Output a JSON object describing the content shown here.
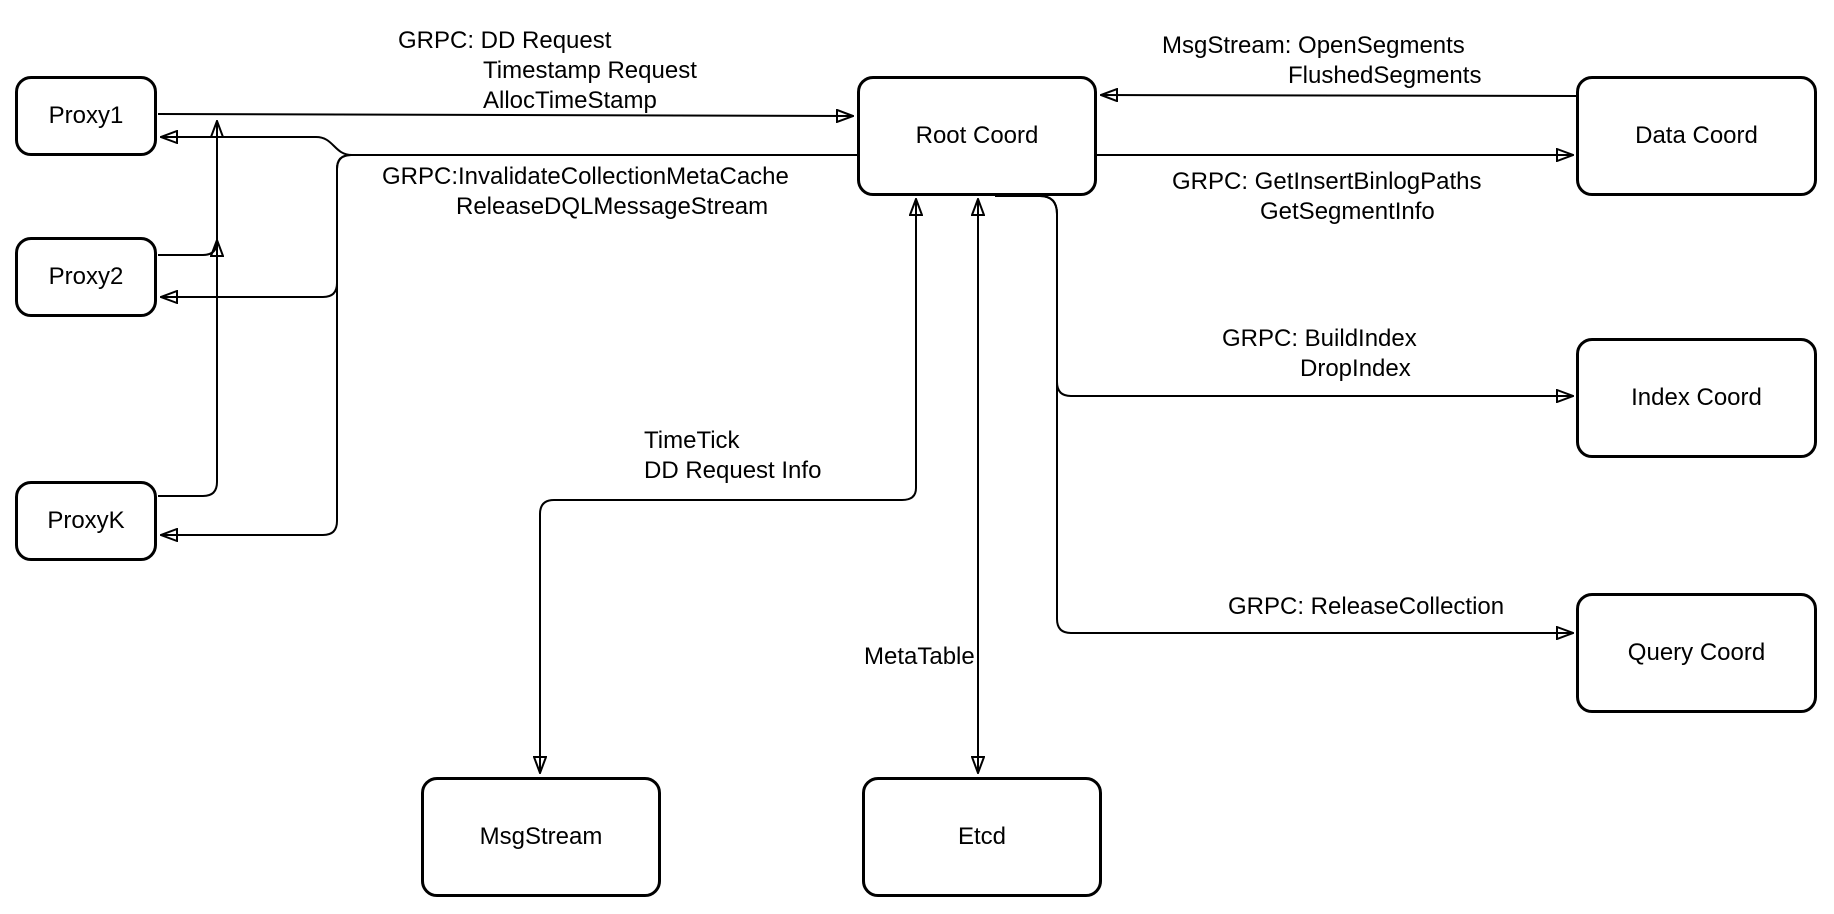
{
  "diagram": {
    "background_color": "#ffffff",
    "line_color": "#000000",
    "nodes": [
      {
        "id": "proxy1",
        "label": "Proxy1"
      },
      {
        "id": "proxy2",
        "label": "Proxy2"
      },
      {
        "id": "proxyk",
        "label": "ProxyK"
      },
      {
        "id": "root-coord",
        "label": "Root Coord"
      },
      {
        "id": "data-coord",
        "label": "Data Coord"
      },
      {
        "id": "index-coord",
        "label": "Index Coord"
      },
      {
        "id": "query-coord",
        "label": "Query Coord"
      },
      {
        "id": "msgstream",
        "label": "MsgStream"
      },
      {
        "id": "etcd",
        "label": "Etcd"
      }
    ],
    "edge_labels": [
      {
        "id": "proxies-to-root",
        "lines": [
          "GRPC: DD Request",
          "Timestamp Request",
          "AllocTimeStamp"
        ]
      },
      {
        "id": "root-to-proxies",
        "lines": [
          "GRPC:InvalidateCollectionMetaCache",
          "ReleaseDQLMessageStream"
        ]
      },
      {
        "id": "data-to-root",
        "lines": [
          "MsgStream: OpenSegments",
          "FlushedSegments"
        ]
      },
      {
        "id": "root-to-data",
        "lines": [
          "GRPC: GetInsertBinlogPaths",
          "GetSegmentInfo"
        ]
      },
      {
        "id": "root-to-index",
        "lines": [
          "GRPC: BuildIndex",
          "DropIndex"
        ]
      },
      {
        "id": "root-to-query",
        "lines": [
          "GRPC: ReleaseCollection"
        ]
      },
      {
        "id": "root-msgstream",
        "lines": [
          "TimeTick",
          "DD Request Info"
        ]
      },
      {
        "id": "root-etcd",
        "lines": [
          "MetaTable"
        ]
      }
    ]
  }
}
